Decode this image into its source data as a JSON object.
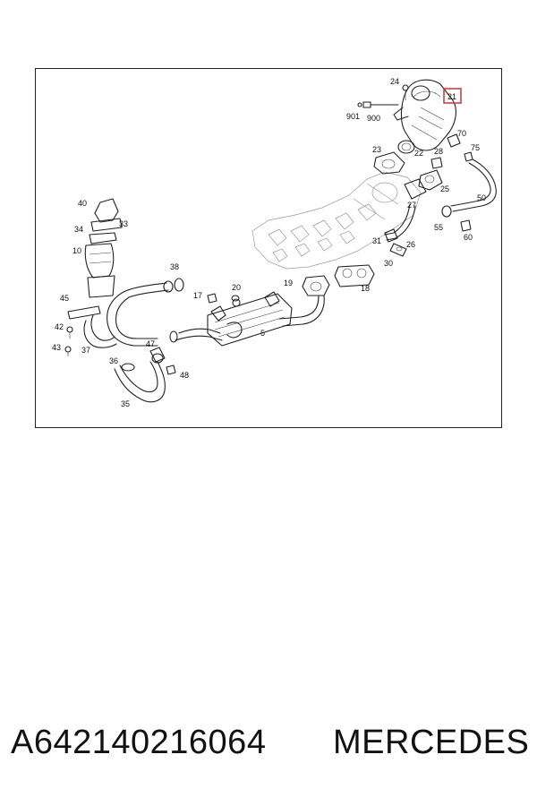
{
  "diagram": {
    "highlighted_label": "21",
    "highlight_color": "#d0332f",
    "callouts": [
      "24",
      "901",
      "900",
      "70",
      "75",
      "23",
      "22",
      "28",
      "25",
      "50",
      "27",
      "55",
      "60",
      "31",
      "26",
      "30",
      "18",
      "40",
      "33",
      "34",
      "10",
      "38",
      "20",
      "19",
      "17",
      "45",
      "5",
      "42",
      "43",
      "37",
      "47",
      "36",
      "48",
      "35"
    ]
  },
  "footer": {
    "part_number": "A642140216064",
    "brand": "MERCEDES"
  }
}
